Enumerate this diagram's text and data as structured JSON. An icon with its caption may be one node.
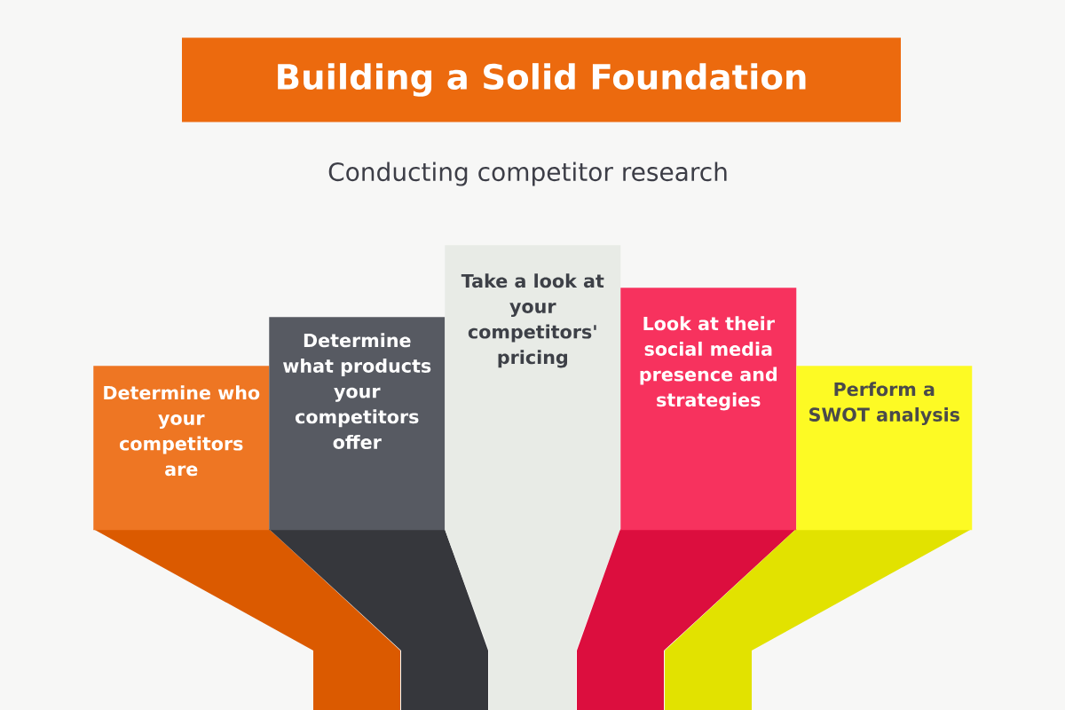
{
  "diagram": {
    "title": "Building a Solid Foundation",
    "nodes": [
      {
        "text": [
          "Determine who your competitors are"
        ]
      },
      {
        "text": [
          "Determine what products your competitors offer"
        ]
      },
      {
        "text": [
          "Take a look at your competitors' pricing"
        ]
      },
      {
        "text": [
          "Look at their social media presence and strategies"
        ]
      },
      {
        "text": [
          "Perform a SWOT analysis"
        ]
      }
    ],
    "labels": [
      "Conducting competitor research"
    ]
  }
}
